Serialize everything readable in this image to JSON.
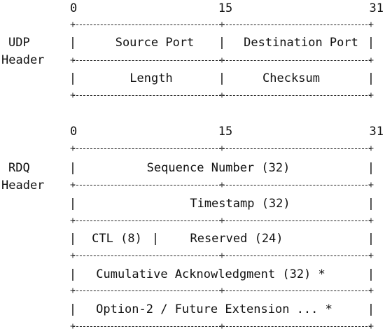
{
  "udp": {
    "bits": {
      "start": "0",
      "mid": "15",
      "end": "31"
    },
    "label": [
      "UDP",
      "Header"
    ],
    "rows": [
      [
        {
          "text": "Source Port",
          "span": [
            0,
            16
          ]
        },
        {
          "text": "Destination Port",
          "span": [
            16,
            32
          ]
        }
      ],
      [
        {
          "text": "Length",
          "span": [
            0,
            16
          ]
        },
        {
          "text": "Checksum",
          "span": [
            16,
            32
          ]
        }
      ]
    ]
  },
  "rdq": {
    "bits": {
      "start": "0",
      "mid": "15",
      "end": "31"
    },
    "label": [
      "RDQ",
      "Header"
    ],
    "rows": [
      [
        {
          "text": "Sequence Number (32)",
          "span": [
            0,
            32
          ]
        }
      ],
      [
        {
          "text": "Timestamp (32)",
          "span": [
            0,
            32
          ]
        }
      ],
      [
        {
          "text": "CTL (8)",
          "span": [
            0,
            8
          ]
        },
        {
          "text": "Reserved (24)",
          "span": [
            8,
            32
          ]
        }
      ],
      [
        {
          "text": "Cumulative Acknowledgment (32) *",
          "span": [
            0,
            32
          ]
        }
      ],
      [
        {
          "text": "Option-2 / Future Extension ... *",
          "span": [
            0,
            32
          ]
        }
      ]
    ]
  }
}
